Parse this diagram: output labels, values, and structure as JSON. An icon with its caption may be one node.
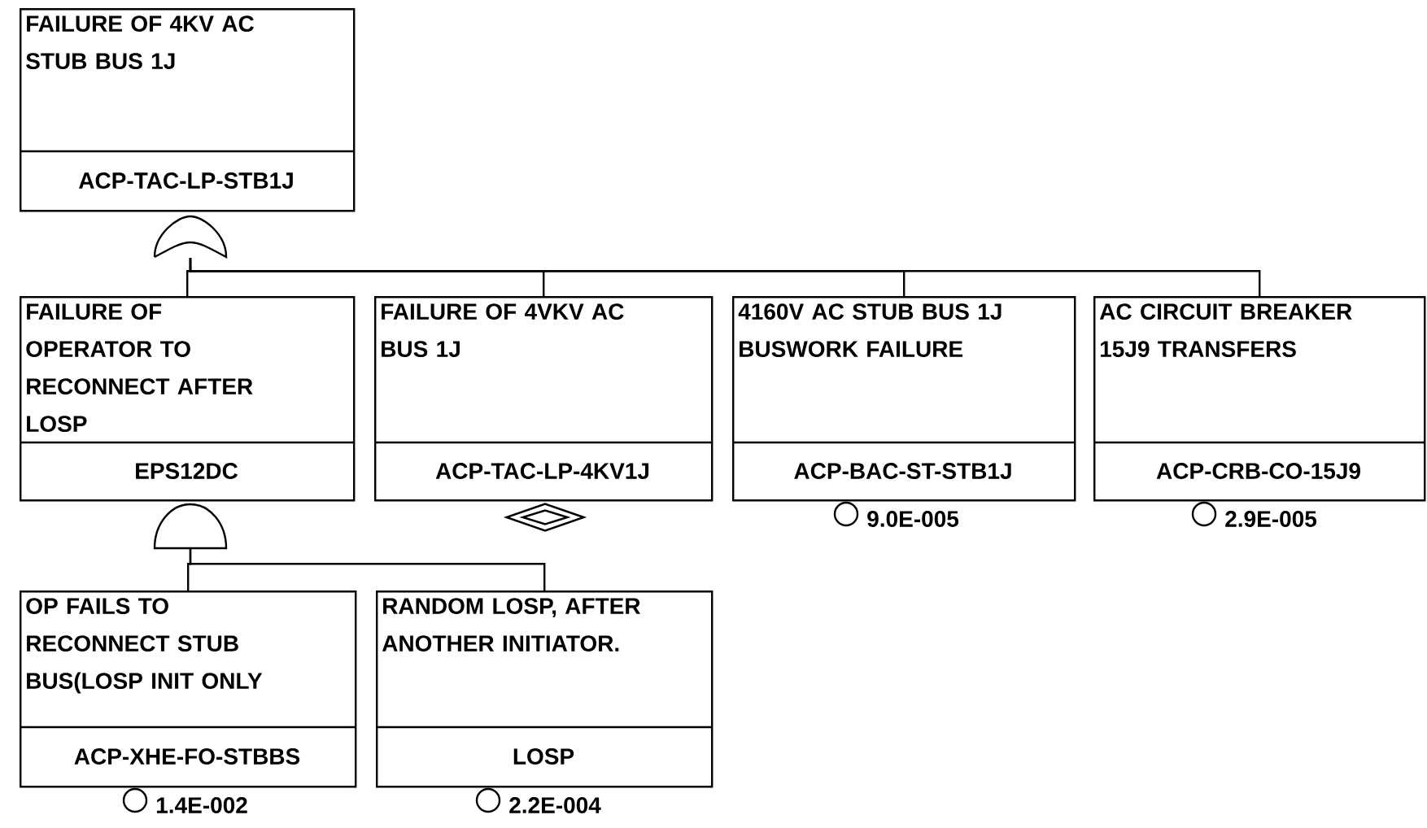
{
  "diagram": {
    "nodes": [
      {
        "text": [
          "FAILURE OF 4KV AC STUB BUS 1J",
          "ACP-TAC-LP-STB1J"
        ]
      },
      {
        "text": [],
        "shape": "gate"
      },
      {
        "text": [
          "FAILURE OF OPERATOR TO RECONNECT AFTER LOSP",
          "EPS12DC"
        ]
      },
      {
        "text": [
          "FAILURE OF 4VKV AC BUS 1J",
          "ACP-TAC-LP-4KV1J"
        ]
      },
      {
        "text": [
          "4160V AC STUB BUS 1J BUSWORK FAILURE",
          "ACP-BAC-ST-STB1J"
        ]
      },
      {
        "text": [
          "AC CIRCUIT BREAKER 15J9 TRANSFERS",
          "ACP-CRB-CO-15J9"
        ]
      },
      {
        "text": [],
        "shape": "gate"
      },
      {
        "text": [],
        "shape": "diamond"
      },
      {
        "text": [],
        "shape": "circle",
        "beside": [
          "9.0E-005"
        ]
      },
      {
        "text": [],
        "shape": "circle",
        "beside": [
          "2.9E-005"
        ]
      },
      {
        "text": [
          "OP FAILS TO RECONNECT STUB BUS(LOSP INIT ONLY",
          "ACP-XHE-FO-STBBS"
        ]
      },
      {
        "text": [
          "RANDOM LOSP, AFTER ANOTHER INITIATOR.",
          "LOSP"
        ]
      },
      {
        "text": [],
        "shape": "circle",
        "beside": [
          "1.4E-002"
        ]
      },
      {
        "text": [],
        "shape": "circle",
        "beside": [
          "2.2E-004"
        ]
      }
    ],
    "edges": [
      {
        "from": 1,
        "to": 2,
        "arrow": "none"
      },
      {
        "from": 1,
        "to": 3,
        "arrow": "none"
      },
      {
        "from": 1,
        "to": 4,
        "arrow": "none"
      },
      {
        "from": 1,
        "to": 5,
        "arrow": "none"
      },
      {
        "from": 6,
        "to": 10,
        "arrow": "none"
      },
      {
        "from": 6,
        "to": 11,
        "arrow": "none"
      }
    ]
  }
}
